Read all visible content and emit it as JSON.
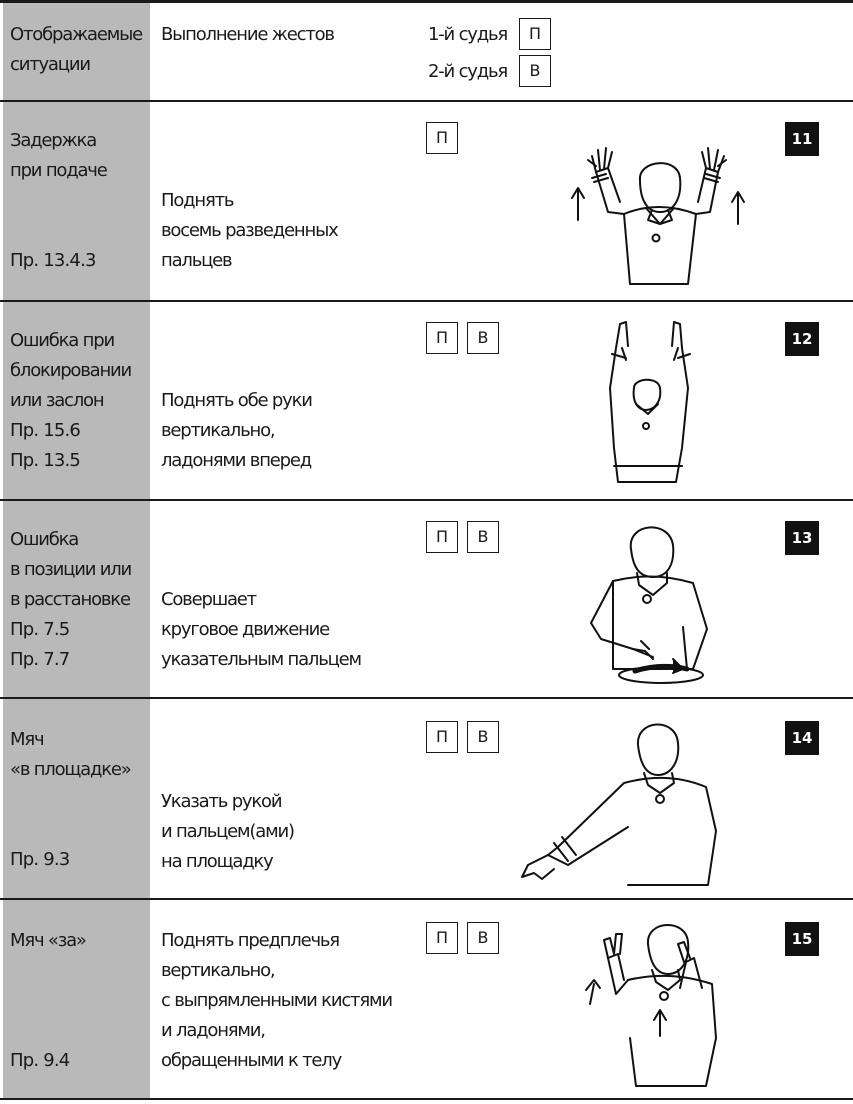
{
  "header": {
    "col_situations": "Отображаемые\nситуации",
    "col_gestures": "Выполнение жестов",
    "referee1_label": "1-й судья",
    "referee1_code": "П",
    "referee2_label": "2-й судья",
    "referee2_code": "В"
  },
  "rows": [
    {
      "situation": "Задержка\nпри подаче",
      "rules": "Пр. 13.4.3",
      "description": "Поднять\nвосемь разведенных\nпальцев",
      "referees": [
        "П"
      ],
      "number": "11",
      "figure_icon": "two-hands-raised-fingers-spread-icon"
    },
    {
      "situation": "Ошибка при\nблокировании\nили заслон",
      "rules": "Пр. 15.6\nПр. 13.5",
      "description": "Поднять обе руки\nвертикально,\nладонями вперед",
      "referees": [
        "П",
        "В"
      ],
      "number": "12",
      "figure_icon": "arms-raised-vertical-icon"
    },
    {
      "situation": "Ошибка\nв позиции или\nв расстановке",
      "rules": "Пр. 7.5\nПр. 7.7",
      "description": "Совершает\nкруговое движение\nуказательным пальцем",
      "referees": [
        "П",
        "В"
      ],
      "number": "13",
      "figure_icon": "circular-finger-motion-icon"
    },
    {
      "situation": "Мяч\n«в площадке»",
      "rules": "Пр. 9.3",
      "description": "Указать рукой\nи пальцем(ами)\nна площадку",
      "referees": [
        "П",
        "В"
      ],
      "number": "14",
      "figure_icon": "point-to-floor-icon"
    },
    {
      "situation": "Мяч «за»",
      "rules": "Пр. 9.4",
      "description": "Поднять предплечья\nвертикально,\nс выпрямленными кистями\nи ладонями,\nобращенными к телу",
      "referees": [
        "П",
        "В"
      ],
      "number": "15",
      "figure_icon": "forearms-raised-palms-inward-icon"
    }
  ]
}
